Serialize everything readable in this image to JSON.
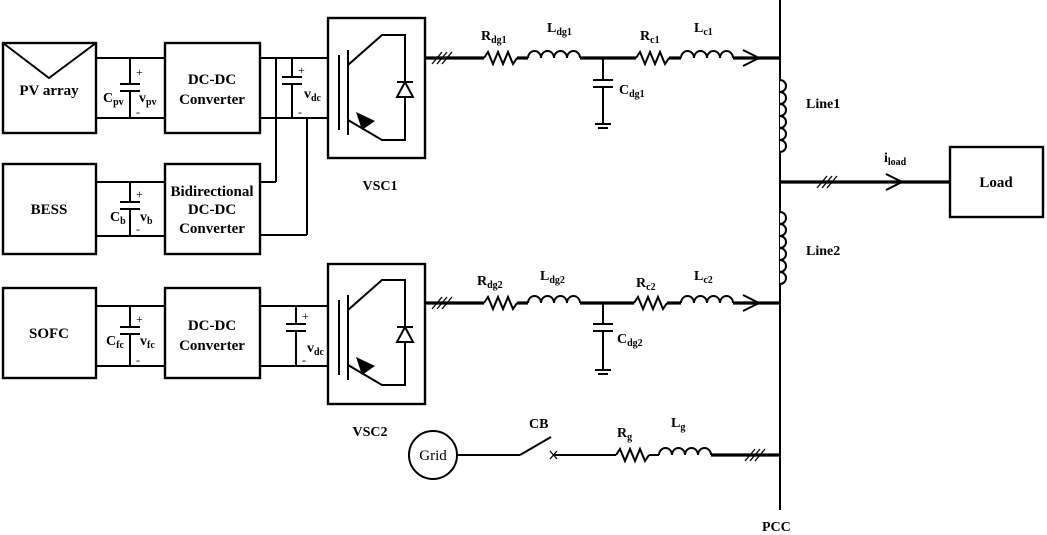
{
  "blocks": {
    "pv": "PV array",
    "bess": "BESS",
    "sofc": "SOFC",
    "dcdc1": [
      "DC-DC",
      "Converter"
    ],
    "bidir": [
      "Bidirectional",
      "DC-DC",
      "Converter"
    ],
    "dcdc2": [
      "DC-DC",
      "Converter"
    ],
    "vsc1": "VSC1",
    "vsc2": "VSC2",
    "load": "Load",
    "grid": "Grid",
    "cb": "CB",
    "pcc": "PCC",
    "line1": "Line1",
    "line2": "Line2"
  },
  "symbols": {
    "cpv": [
      "C",
      "pv"
    ],
    "vpv": [
      "v",
      "pv"
    ],
    "cb_cap": [
      "C",
      "b"
    ],
    "vb": [
      "v",
      "b"
    ],
    "cfc": [
      "C",
      "fc"
    ],
    "vfc": [
      "v",
      "fc"
    ],
    "vdc1": [
      "v",
      "dc"
    ],
    "vdc2": [
      "v",
      "dc"
    ],
    "rdg1": [
      "R",
      "dg1"
    ],
    "ldg1": [
      "L",
      "dg1"
    ],
    "cdg1": [
      "C",
      "dg1"
    ],
    "rc1": [
      "R",
      "c1"
    ],
    "lc1": [
      "L",
      "c1"
    ],
    "rdg2": [
      "R",
      "dg2"
    ],
    "ldg2": [
      "L",
      "dg2"
    ],
    "cdg2": [
      "C",
      "dg2"
    ],
    "rc2": [
      "R",
      "c2"
    ],
    "lc2": [
      "L",
      "c2"
    ],
    "rg": [
      "R",
      "g"
    ],
    "lg": [
      "L",
      "g"
    ],
    "iload": [
      "i",
      "load"
    ]
  },
  "polarity": {
    "plus": "+",
    "minus": "-"
  }
}
